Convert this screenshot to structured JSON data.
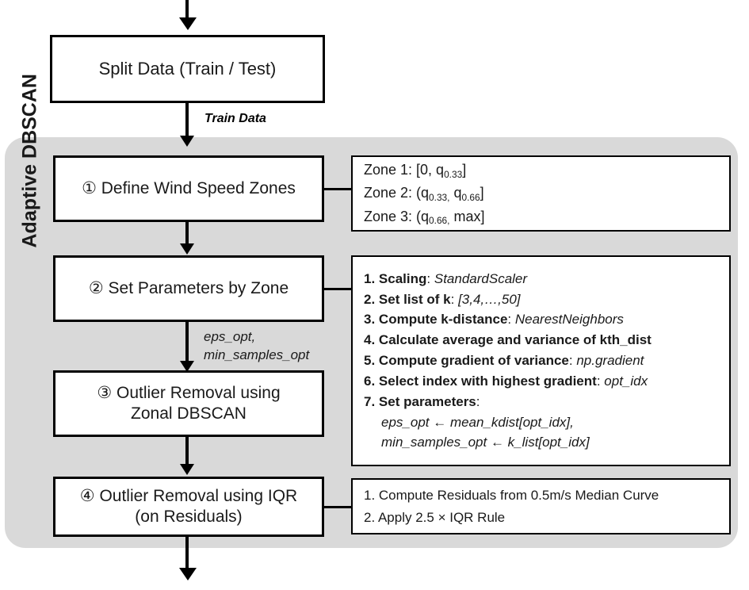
{
  "diagram": {
    "group": {
      "label": "Adaptive DBSCAN"
    },
    "top_box": {
      "label": "Split Data (Train / Test)"
    },
    "edge_labels": {
      "train_data": "Train Data",
      "eps_opt_line1": "eps_opt,",
      "eps_opt_line2": "min_samples_opt"
    },
    "steps": [
      {
        "marker": "①",
        "line1": "① Define Wind Speed Zones",
        "line2": ""
      },
      {
        "marker": "②",
        "line1": "② Set Parameters by Zone",
        "line2": ""
      },
      {
        "marker": "③",
        "line1": "③ Outlier Removal using",
        "line2": "Zonal DBSCAN"
      },
      {
        "marker": "④",
        "line1": "④ Outlier Removal using IQR",
        "line2": "(on Residuals)"
      }
    ],
    "zone_box": {
      "rows": [
        {
          "prefix": "Zone 1: [0, q",
          "sub": "0.33",
          "suffix": "]"
        },
        {
          "prefix": "Zone 2: (q",
          "sub": "0.33,",
          "mid": " q",
          "sub2": "0.66",
          "suffix": "]"
        },
        {
          "prefix": "Zone 3: (q",
          "sub": "0.66,",
          "suffix": " max]"
        }
      ]
    },
    "param_box": {
      "rows": [
        {
          "num": "1.",
          "bold": "Scaling",
          "sep": ":",
          "ital": "StandardScaler"
        },
        {
          "num": "2.",
          "bold": "Set list of k",
          "sep": ":",
          "ital": "[3,4,…,50]"
        },
        {
          "num": "3.",
          "bold": "Compute k-distance",
          "sep": ":",
          "ital": "NearestNeighbors"
        },
        {
          "num": "4.",
          "bold": "Calculate average and variance of kth_dist",
          "sep": "",
          "ital": ""
        },
        {
          "num": "5.",
          "bold": "Compute gradient of variance",
          "sep": ":",
          "ital": "np.gradient"
        },
        {
          "num": "6.",
          "bold": "Select index with highest gradient",
          "sep": ":",
          "ital": "opt_idx"
        },
        {
          "num": "7.",
          "bold": "Set parameters",
          "sep": ":",
          "ital": ""
        }
      ],
      "sub_rows": [
        "eps_opt ← mean_kdist[opt_idx],",
        "min_samples_opt ← k_list[opt_idx]"
      ]
    },
    "iqr_box": {
      "rows": [
        "1. Compute Residuals from 0.5m/s Median Curve",
        "2. Apply 2.5 × IQR Rule"
      ]
    },
    "colors": {
      "panel_gray": "#d9d9d9",
      "stroke": "#000000",
      "box_fill": "#ffffff",
      "text": "#1a1a1a"
    }
  }
}
